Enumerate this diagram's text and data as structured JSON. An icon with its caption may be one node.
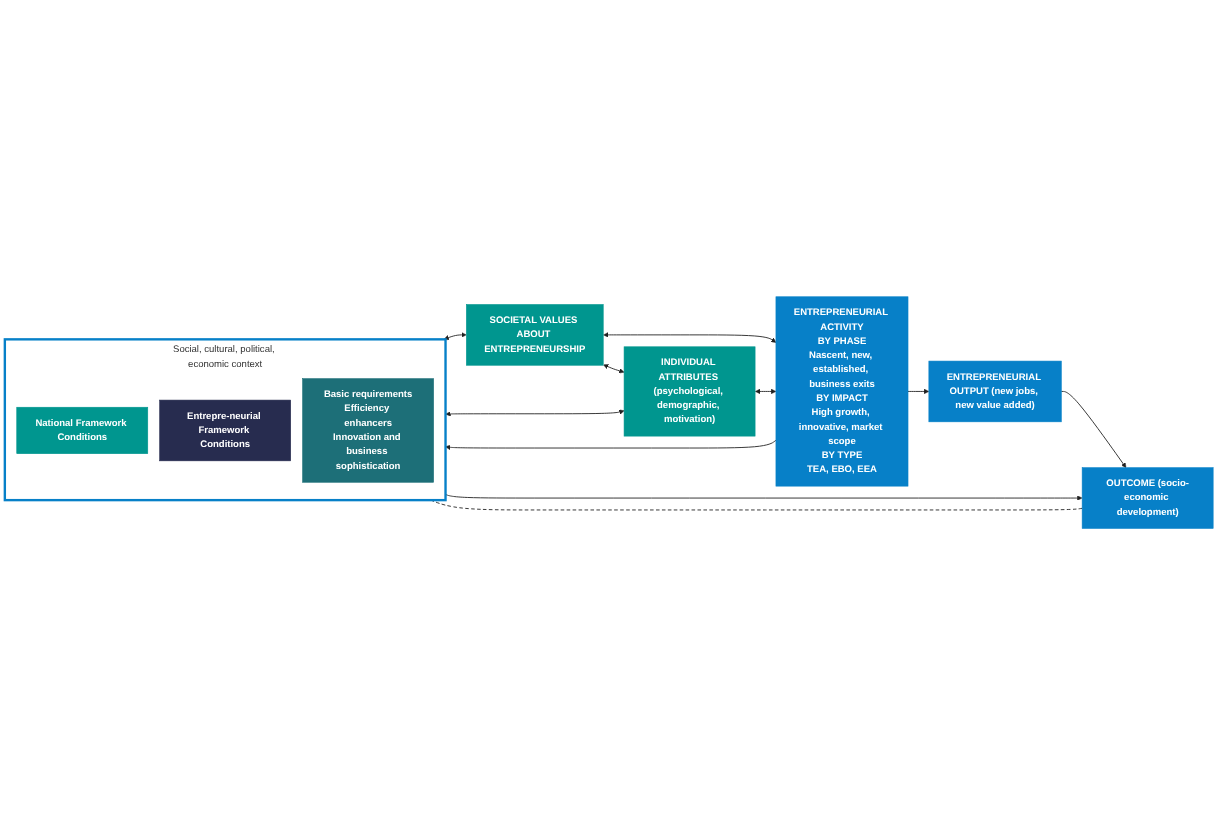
{
  "diagram": {
    "nodes": [
      {
        "text": [
          "Social, cultural, political, economic context"
        ]
      },
      {
        "text": [
          "National Framework Conditions"
        ],
        "in": 0
      },
      {
        "text": [
          "Entrepre-neurial Framework Conditions"
        ],
        "in": 0
      },
      {
        "text": [
          "Basic requirements",
          "Efficiency enhancers",
          "Innovation and business sophistication"
        ],
        "in": 0
      },
      {
        "text": [
          "SOCIETAL VALUES ABOUT ENTREPRENEURSHIP"
        ]
      },
      {
        "text": [
          "INDIVIDUAL ATTRIBUTES (psychological, demographic, motivation)"
        ]
      },
      {
        "text": [
          "ENTREPRENEURIAL ACTIVITY",
          "BY PHASE",
          "Nascent, new, established, business exits",
          "BY IMPACT",
          "High growth, innovative, market scope",
          "BY TYPE",
          "TEA, EBO, EEA"
        ]
      },
      {
        "text": [
          "ENTREPRENEURIAL OUTPUT (new jobs, new value added)"
        ]
      },
      {
        "text": [
          "OUTCOME (socio-economic development)"
        ]
      }
    ],
    "edges": [
      {
        "from": 8,
        "to": 0,
        "arrow": "none",
        "style": "dashed"
      },
      {
        "from": 0,
        "to": 8,
        "arrow": "to"
      },
      {
        "from": 7,
        "to": 8,
        "arrow": "to"
      },
      {
        "from": 6,
        "to": 7,
        "arrow": "to"
      },
      {
        "from": 0,
        "to": 4,
        "arrow": "both"
      },
      {
        "from": 4,
        "to": 6,
        "arrow": "both"
      },
      {
        "from": 4,
        "to": 5,
        "arrow": "both"
      },
      {
        "from": 0,
        "to": 5,
        "arrow": "both"
      },
      {
        "from": 5,
        "to": 6,
        "arrow": "both"
      },
      {
        "from": 6,
        "to": 0,
        "arrow": "to"
      }
    ]
  }
}
